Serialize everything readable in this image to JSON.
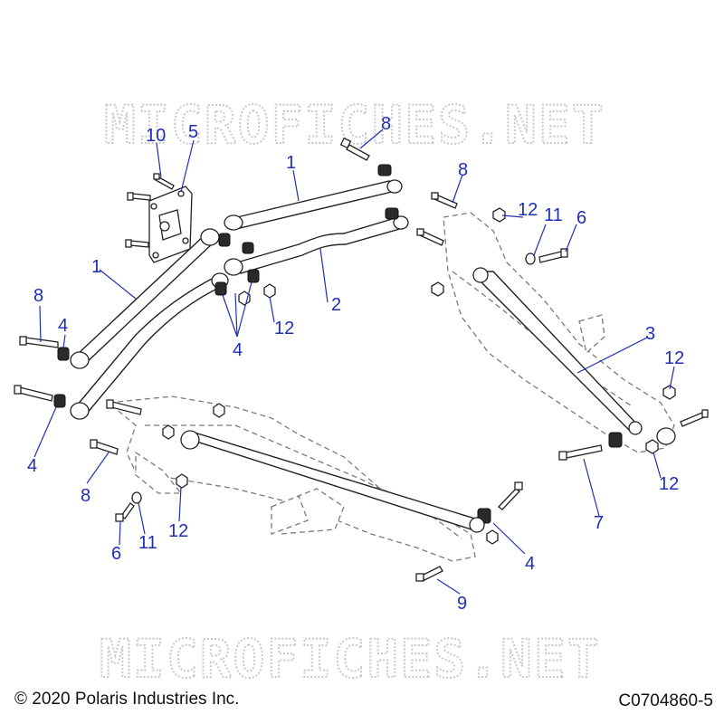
{
  "watermark": "MICROFICHES.NET",
  "callouts": [
    {
      "id": "c10",
      "label": "10"
    },
    {
      "id": "c5",
      "label": "5"
    },
    {
      "id": "c8a",
      "label": "8"
    },
    {
      "id": "c1a",
      "label": "1"
    },
    {
      "id": "c8b",
      "label": "8"
    },
    {
      "id": "c12a",
      "label": "12"
    },
    {
      "id": "c11a",
      "label": "11"
    },
    {
      "id": "c6a",
      "label": "6"
    },
    {
      "id": "c1b",
      "label": "1"
    },
    {
      "id": "c2",
      "label": "2"
    },
    {
      "id": "c8c",
      "label": "8"
    },
    {
      "id": "c4a",
      "label": "4"
    },
    {
      "id": "c12b",
      "label": "12"
    },
    {
      "id": "c4b",
      "label": "4"
    },
    {
      "id": "c3",
      "label": "3"
    },
    {
      "id": "c12c",
      "label": "12"
    },
    {
      "id": "c4c",
      "label": "4"
    },
    {
      "id": "c12d",
      "label": "12"
    },
    {
      "id": "c8d",
      "label": "8"
    },
    {
      "id": "c7",
      "label": "7"
    },
    {
      "id": "c6b",
      "label": "6"
    },
    {
      "id": "c11b",
      "label": "11"
    },
    {
      "id": "c12e",
      "label": "12"
    },
    {
      "id": "c4d",
      "label": "4"
    },
    {
      "id": "c9",
      "label": "9"
    }
  ],
  "footer": {
    "copyright": "© 2020 Polaris Industries Inc.",
    "figure_code": "C0704860-5"
  },
  "colors": {
    "callout": "#1f2fb5",
    "linework": "#222222",
    "watermark": "#c9c9c9"
  }
}
